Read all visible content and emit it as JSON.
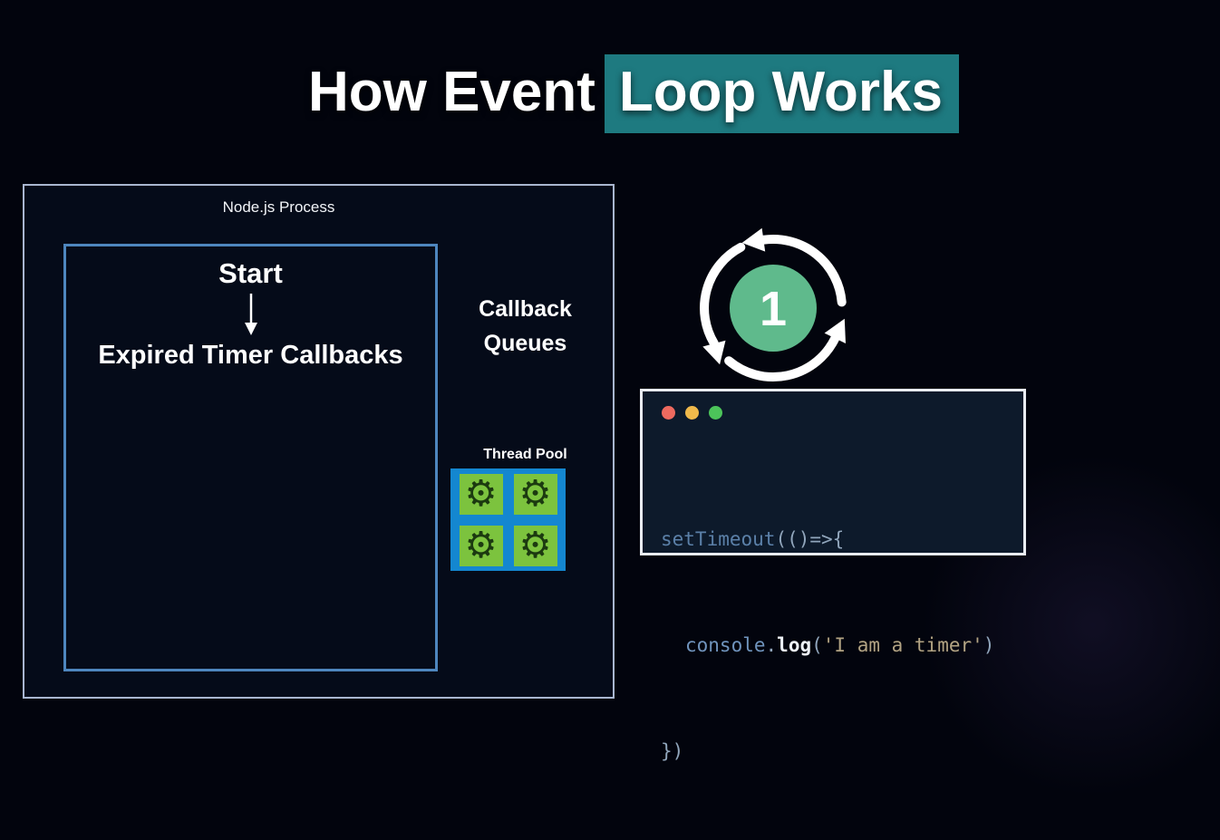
{
  "title": {
    "plain": "How Event",
    "highlight": "Loop Works"
  },
  "process_box": {
    "label": "Node.js Process",
    "flow": {
      "start": "Start",
      "expired": "Expired Timer Callbacks"
    },
    "callback_queues": {
      "line1": "Callback",
      "line2": "Queues"
    },
    "thread_pool": {
      "label": "Thread Pool",
      "gear_glyph": "⚙"
    }
  },
  "event_loop": {
    "step_number": "1"
  },
  "code_window": {
    "code": {
      "l1_function": "setTimeout",
      "l1_punct": "(()=>{",
      "l2_object": "console",
      "l2_dot": ".",
      "l2_method": "log",
      "l2_paren_open": "(",
      "l2_string": "'I am a timer'",
      "l2_paren_close": ")",
      "l3_close": "})"
    }
  },
  "colors": {
    "title_highlight_teal": "#1e7a80",
    "thread_pool_blue": "#1487d0",
    "gear_tile_green": "#7cc33e",
    "loop_circle_green": "#5fba8c",
    "traffic_dot_red": "#ee6a5f",
    "traffic_dot_yellow": "#f0b94b",
    "traffic_dot_green": "#4cc45a",
    "outer_box_border": "#a9b6cf",
    "inner_box_border": "#4e86be"
  }
}
